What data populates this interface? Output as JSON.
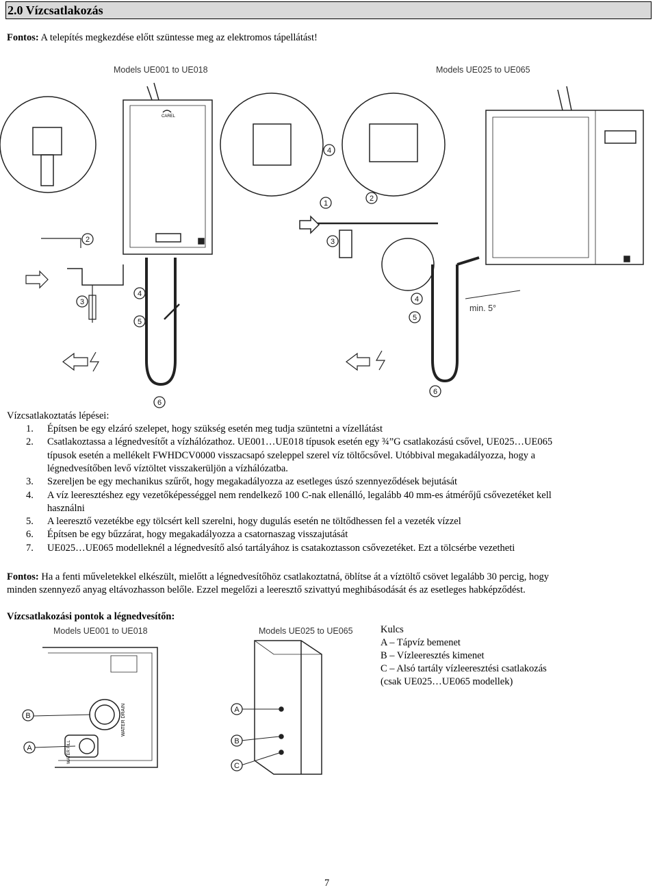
{
  "section_title": "2.0 Vízcsatlakozás",
  "warning1": {
    "label": "Fontos:",
    "text": " A telepítés megkezdése előtt szüntesse meg az elektromos tápellátást!"
  },
  "diagram_top": {
    "left_title": "Models UE001 to UE018",
    "right_title": "Models UE025 to UE065",
    "slope_label": "min. 5°",
    "brand_label": "CAREL",
    "callouts": [
      "1",
      "2",
      "3",
      "4",
      "5",
      "6"
    ]
  },
  "steps_title": "Vízcsatlakoztatás lépései:",
  "steps": [
    {
      "num": "1.",
      "lines": [
        "Építsen be egy elzáró szelepet, hogy szükség esetén meg tudja szüntetni a vízellátást"
      ]
    },
    {
      "num": "2.",
      "lines": [
        "Csatlakoztassa a légnedvesítőt a vízhálózathoz. UE001…UE018 típusok esetén egy ¾”G csatlakozású csővel, UE025…UE065",
        "típusok esetén a mellékelt FWHDCV0000 visszacsapó szeleppel szerel víz töltőcsővel. Utóbbival megakadályozza, hogy a",
        "légnedvesítőben levő víztöltet visszakerüljön a vízhálózatba."
      ]
    },
    {
      "num": "3.",
      "lines": [
        "Szereljen be egy mechanikus szűrőt, hogy megakadályozza az esetleges úszó szennyeződések bejutását"
      ]
    },
    {
      "num": "4.",
      "lines": [
        "A víz leeresztéshez egy vezetőképességgel nem rendelkező 100 C-nak ellenálló, legalább 40 mm-es átmérőjű csővezetéket kell",
        "használni"
      ]
    },
    {
      "num": "5.",
      "lines": [
        "A leeresztő vezetékbe egy tölcsért kell szerelni, hogy dugulás esetén ne töltődhessen fel a vezeték vízzel"
      ]
    },
    {
      "num": "6.",
      "lines": [
        "Építsen be egy bűzzárat, hogy megakadályozza a csatornaszag visszajutását"
      ]
    },
    {
      "num": "7.",
      "lines": [
        "UE025…UE065 modelleknél a légnedvesítő alsó tartályához is csatakoztasson csővezetéket. Ezt a tölcsérbe vezetheti"
      ]
    }
  ],
  "warning2": {
    "label": "Fontos:",
    "line1": " Ha a fenti műveletekkel elkészült, mielőtt a légnedvesítőhöz csatlakoztatná, öblítse át a víztöltő csövet legalább 30 percig, hogy",
    "line2": "minden szennyező anyag eltávozhasson belőle. Ezzel megelőzi a leeresztő szivattyú meghibásodását és az esetleges habképződést."
  },
  "points_title": "Vízcsatlakozási pontok a légnedvesítőn:",
  "diagram_bottom": {
    "left_title": "Models UE001 to UE018",
    "right_title": "Models UE025 to UE065",
    "water_drain": "WATER DRAIN",
    "water_fill": "WATER FILL",
    "callouts": [
      "A",
      "B",
      "A",
      "B",
      "C"
    ]
  },
  "key": {
    "title": "Kulcs",
    "items": [
      "A – Tápvíz bemenet",
      "B – Vízleeresztés kimenet",
      "C – Alsó tartály vízleeresztési csatlakozás",
      "(csak UE025…UE065 modellek)"
    ]
  },
  "page_number": "7"
}
